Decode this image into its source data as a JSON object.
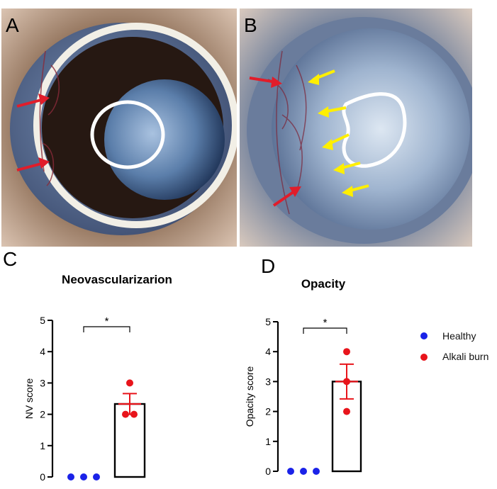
{
  "panels": {
    "a": "A",
    "b": "B",
    "c": "C",
    "d": "D"
  },
  "colors": {
    "healthy": "#1a22e8",
    "alkali": "#e8141b",
    "red_arrow": "#e11d2a",
    "yellow_arrow": "#ffef00"
  },
  "legend": {
    "healthy": "Healthy",
    "alkali": "Alkali burn"
  },
  "chart_data": [
    {
      "type": "bar",
      "title": "Neovascularizarion",
      "ylabel": "NV score",
      "ylim": [
        0,
        5
      ],
      "yticks": [
        "0",
        "1",
        "2",
        "3",
        "4",
        "5"
      ],
      "categories": [
        "Healthy",
        "Alkali burn"
      ],
      "series": [
        {
          "name": "Healthy",
          "mean": 0,
          "sem": 0,
          "points": [
            0,
            0,
            0
          ]
        },
        {
          "name": "Alkali burn",
          "mean": 2.33,
          "sem": 0.33,
          "points": [
            3,
            2,
            2
          ]
        }
      ],
      "significance": "*"
    },
    {
      "type": "bar",
      "title": "Opacity",
      "ylabel": "Opacity score",
      "ylim": [
        0,
        5
      ],
      "yticks": [
        "0",
        "1",
        "2",
        "3",
        "4",
        "5"
      ],
      "categories": [
        "Healthy",
        "Alkali burn"
      ],
      "series": [
        {
          "name": "Healthy",
          "mean": 0,
          "sem": 0,
          "points": [
            0,
            0,
            0
          ]
        },
        {
          "name": "Alkali burn",
          "mean": 3.0,
          "sem": 0.58,
          "points": [
            4,
            3,
            2
          ]
        }
      ],
      "significance": "*"
    }
  ]
}
